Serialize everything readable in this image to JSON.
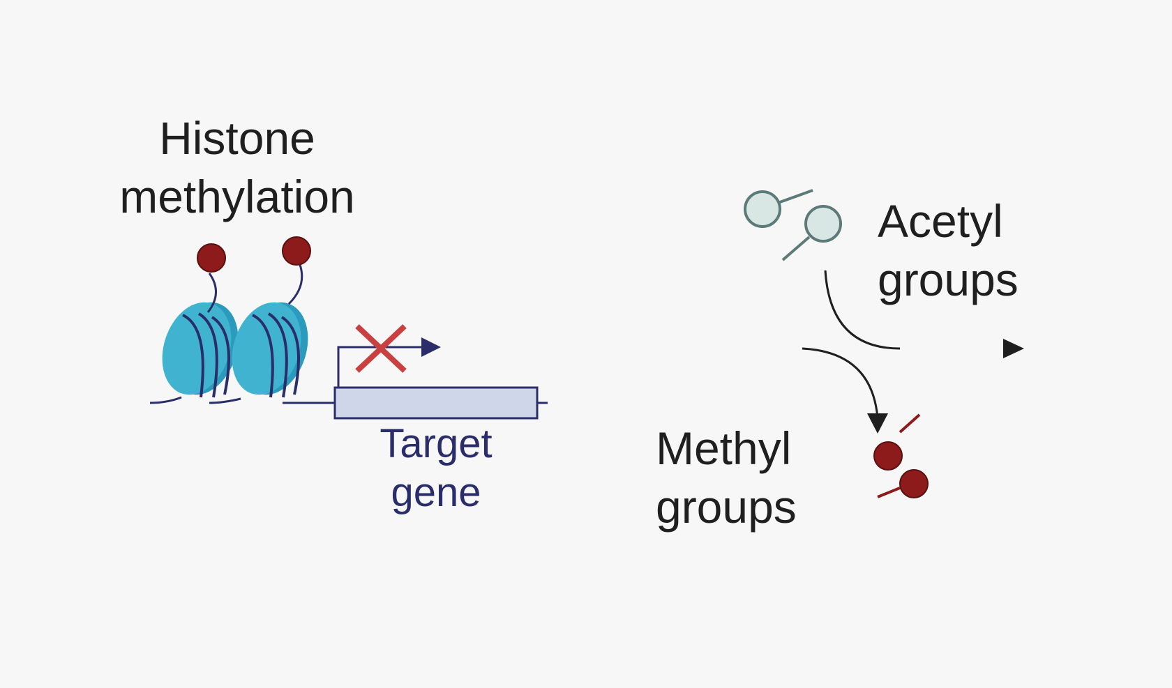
{
  "labels": {
    "histone_line1": "Histone",
    "histone_line2": "methylation",
    "target_line1": "Target",
    "target_line2": "gene",
    "acetyl_line1": "Acetyl",
    "acetyl_line2": "groups",
    "methyl_line1": "Methyl",
    "methyl_line2": "groups"
  },
  "icons": {
    "nucleosome": "nucleosome-icon",
    "methyl_mark": "methyl-mark-icon",
    "acetyl_group": "acetyl-group-icon",
    "blocked_transcription": "x-mark-icon",
    "promoter_arrow": "promoter-arrow-icon"
  },
  "colors": {
    "background": "#f7f7f7",
    "nucleosome": "#3fb3cf",
    "nucleosome_side": "#2a9bbd",
    "dna_strand": "#2b2d6b",
    "methyl": "#8e1b1b",
    "acetyl_fill": "#d8e6e4",
    "acetyl_stroke": "#5c7a78",
    "gene_box": "#cfd6ea",
    "x_mark": "#c94040",
    "arrow": "#1f1f1f"
  }
}
